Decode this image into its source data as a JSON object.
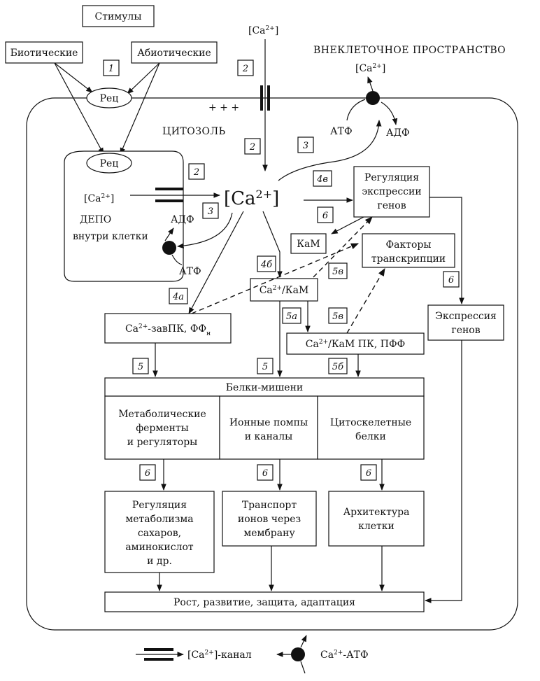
{
  "labels": {
    "stimuli": "Стимулы",
    "biotic": "Биотические",
    "abiotic": "Абиотические",
    "receptor": "Рец",
    "extracellular": "ВНЕКЛЕТОЧНОЕ ПРОСТРАНСТВО",
    "cytosol": "ЦИТОЗОЛЬ",
    "plus_charges": "+ + +",
    "ca_ext": "[Ca",
    "ca_bracket": "]",
    "charge": "2+",
    "atp": "АТФ",
    "adp": "АДФ",
    "depot_line1": "ДЕПО",
    "depot_line2": "внутри клетки",
    "ca_center": "[Ca",
    "gene_reg_line1": "Регуляция",
    "gene_reg_line2": "экспрессии",
    "gene_reg_line3": "генов",
    "cam": "КаМ",
    "tf_line1": "Факторы",
    "tf_line2": "транскрипции",
    "ca_cam_prefix": "Ca",
    "ca_cam_suffix": "/КаМ",
    "ca_dep_pk_prefix": "Ca",
    "ca_dep_pk_suffix": "-завПК,  ФФ",
    "ca_dep_pk_sub": "н",
    "ca_cam_pk_prefix": "Ca",
    "ca_cam_pk_suffix": "/КаМ ПК,  ПФФ",
    "gene_expr_line1": "Экспрессия",
    "gene_expr_line2": "генов",
    "targets": "Белки-мишени",
    "metab_line1": "Метаболические",
    "metab_line2": "ферменты",
    "metab_line3": "и регуляторы",
    "pumps_line1": "Ионные помпы",
    "pumps_line2": "и каналы",
    "cyto_line1": "Цитоскелетные",
    "cyto_line2": "белки",
    "reg_metab_line1": "Регуляция",
    "reg_metab_line2": "метаболизма",
    "reg_metab_line3": "сахаров,",
    "reg_metab_line4": "аминокислот",
    "reg_metab_line5": "и др.",
    "transport_line1": "Транспорт",
    "transport_line2": "ионов через",
    "transport_line3": "мембрану",
    "arch_line1": "Архитектура",
    "arch_line2": "клетки",
    "outcome": "Рост,  развитие,  защита,  адаптация",
    "legend_channel_prefix": "[Ca",
    "legend_channel_suffix": "]-канал",
    "legend_atpase_prefix": "Ca",
    "legend_atpase_suffix": "-АТФ"
  },
  "steps": {
    "s1": "1",
    "s2": "2",
    "s3": "3",
    "s4a": "4а",
    "s4b": "4б",
    "s4v": "4в",
    "s5": "5",
    "s5a": "5а",
    "s5b": "5б",
    "s5v": "5в",
    "s6": "6"
  }
}
